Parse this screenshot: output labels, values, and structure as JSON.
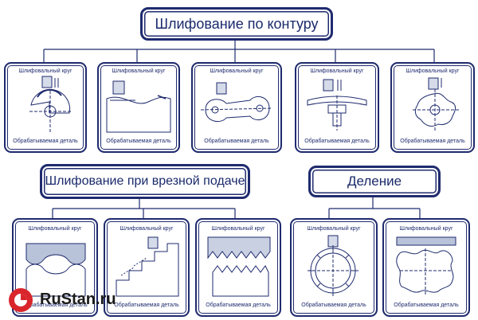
{
  "headings": {
    "contour": "Шлифование по контуру",
    "plunge": "Шлифование при врезной подаче",
    "division": "Деление"
  },
  "labels": {
    "wheel": "Шлифовальный круг",
    "part": "Обрабатываемая деталь"
  },
  "logo": {
    "text": "RuStan.ru",
    "icon": "rustan-logo-icon"
  },
  "colors": {
    "primary": "#1f2b6e",
    "logo_red": "#d9262c"
  }
}
